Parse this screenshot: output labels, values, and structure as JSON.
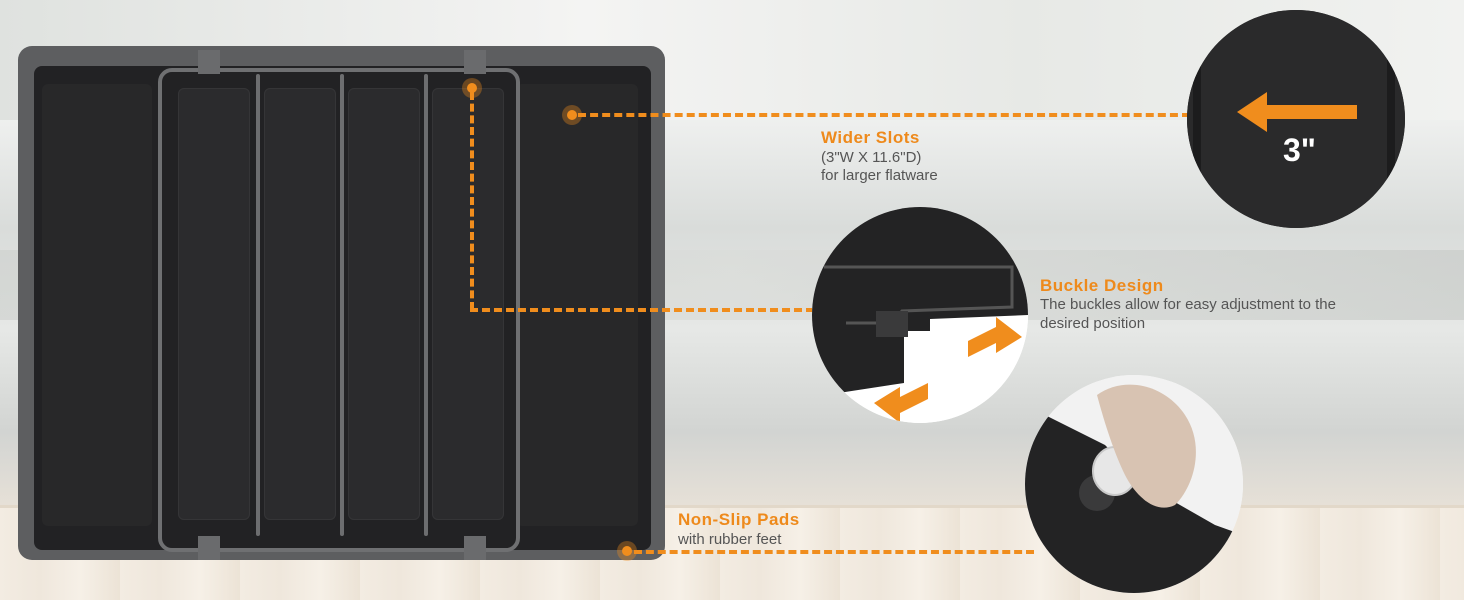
{
  "callouts": {
    "wider_slots": {
      "title": "Wider Slots",
      "line1": "(3\"W X 11.6\"D)",
      "line2": "for larger flatware"
    },
    "buckle_design": {
      "title": "Buckle Design",
      "line1": "The buckles allow for easy adjustment to the",
      "line2": "desired position"
    },
    "non_slip_pads": {
      "title": "Non-Slip Pads",
      "line1": "with rubber feet"
    }
  },
  "detail_circles": {
    "slot_width_label": "3\""
  },
  "colors": {
    "accent": "#ee8a1c",
    "tray": "#222224",
    "frame": "#5d5e60"
  }
}
